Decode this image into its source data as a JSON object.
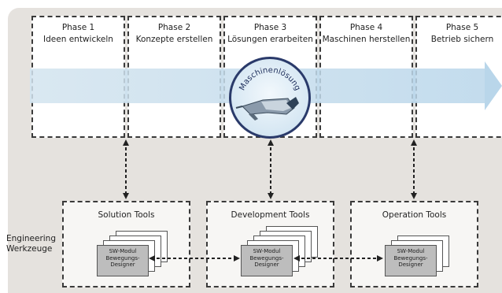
{
  "phases": [
    {
      "number": "Phase 1",
      "title": "Ideen entwickeln"
    },
    {
      "number": "Phase 2",
      "title": "Konzepte erstellen"
    },
    {
      "number": "Phase 3",
      "title": "Lösungen erarbeiten"
    },
    {
      "number": "Phase 4",
      "title": "Maschinen herstellen"
    },
    {
      "number": "Phase 5",
      "title": "Betrieb sichern"
    }
  ],
  "center_badge": {
    "text": "Maschinenlösung"
  },
  "tools": [
    {
      "title": "Solution Tools"
    },
    {
      "title": "Development Tools"
    },
    {
      "title": "Operation Tools"
    }
  ],
  "module": {
    "line1": "SW-Modul",
    "line2": "Bewegungs-",
    "line3": "Designer"
  },
  "side_label": {
    "line1": "Engineering",
    "line2": "Werkzeuge"
  },
  "colors": {
    "background": "#e5e2de",
    "flow_band": "#b9d6ea",
    "circle_border": "#2a3a6a",
    "dashed_border": "#3a3a3a",
    "module_front": "#bdbdbd"
  }
}
